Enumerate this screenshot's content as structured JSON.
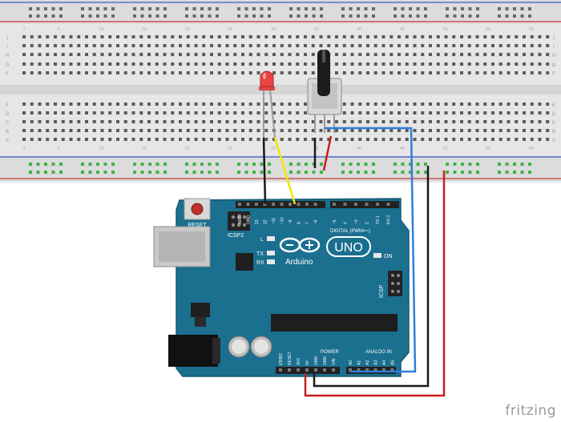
{
  "breadboard": {
    "column_numbers": [
      "1",
      "5",
      "10",
      "15",
      "20",
      "25",
      "30",
      "35",
      "40",
      "45",
      "50",
      "55",
      "60"
    ],
    "row_letters_top": [
      "J",
      "I",
      "H",
      "G",
      "F"
    ],
    "row_letters_bottom": [
      "E",
      "D",
      "C",
      "B",
      "A"
    ]
  },
  "arduino": {
    "reset_label": "RESET",
    "icsp2_label": "ICSP2",
    "icsp_label": "ICSP",
    "led_l": "L",
    "led_tx": "TX",
    "led_rx": "RX",
    "on_label": "ON",
    "brand": "Arduino",
    "model": "UNO",
    "digital_label": "DIGITAL (PWM=~)",
    "analog_label": "ANALOG IN",
    "power_label": "POWER",
    "digital_pins": [
      "AREF",
      "GND",
      "13",
      "12",
      "~11",
      "~10",
      "~9",
      "8",
      "7",
      "~6",
      "~5",
      "4",
      "~3",
      "2",
      "TX 1",
      "RX 0"
    ],
    "power_pins": [
      "IOREF",
      "RESET",
      "3V3",
      "5V",
      "GND",
      "GND",
      "VIN"
    ],
    "analog_pins": [
      "A0",
      "A1",
      "A2",
      "A3",
      "A4",
      "A5"
    ]
  },
  "colors": {
    "board": "#1b6f8f",
    "wire_black": "#1a1a1a",
    "wire_red": "#c81e1e",
    "wire_yellow": "#f2e600",
    "wire_blue": "#2e7fdb",
    "breadboard": "#e6e6e6",
    "rail_blue": "#3a5ad0",
    "rail_red": "#d03a3a",
    "hole_green": "#3bb54a"
  },
  "footer": {
    "logo": "fritzing"
  }
}
